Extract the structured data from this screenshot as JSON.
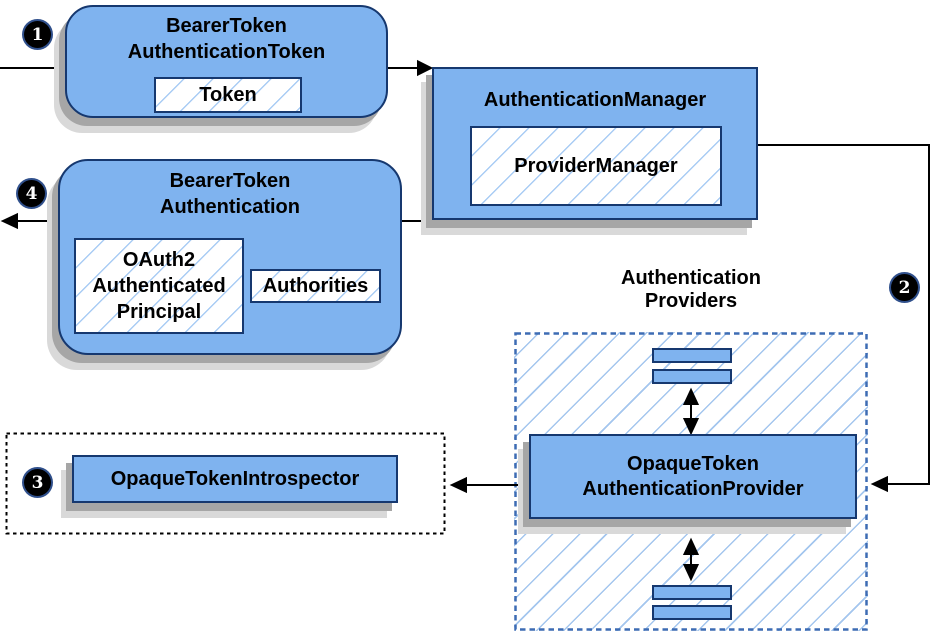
{
  "diagram": {
    "badges": {
      "step1": "1",
      "step2": "2",
      "step3": "3",
      "step4": "4"
    },
    "bearer_token_authentication_token": {
      "title_line1": "BearerToken",
      "title_line2": "AuthenticationToken",
      "token_label": "Token"
    },
    "authentication_manager": {
      "title": "AuthenticationManager",
      "provider_manager_label": "ProviderManager"
    },
    "bearer_token_authentication": {
      "title_line1": "BearerToken",
      "title_line2": "Authentication",
      "principal_line1": "OAuth2",
      "principal_line2": "Authenticated",
      "principal_line3": "Principal",
      "authorities_label": "Authorities"
    },
    "authentication_providers": {
      "label_line1": "Authentication",
      "label_line2": "Providers",
      "provider_line1": "OpaqueToken",
      "provider_line2": "AuthenticationProvider"
    },
    "introspector": {
      "label": "OpaqueTokenIntrospector"
    },
    "colors": {
      "node_fill": "#7FB3EF",
      "node_border": "#16386F",
      "hatch_line": "#A4C6EE",
      "providers_dash_border": "#3D6CB4",
      "introspector_dot_border": "#000000",
      "shadow_dark": "#A6A6A6",
      "shadow_light": "#D9D9D9",
      "badge_fill": "#000000",
      "badge_ring": "#30508C",
      "badge_text": "#FFFFFF",
      "connector": "#000000",
      "background": "#FFFFFF"
    }
  }
}
